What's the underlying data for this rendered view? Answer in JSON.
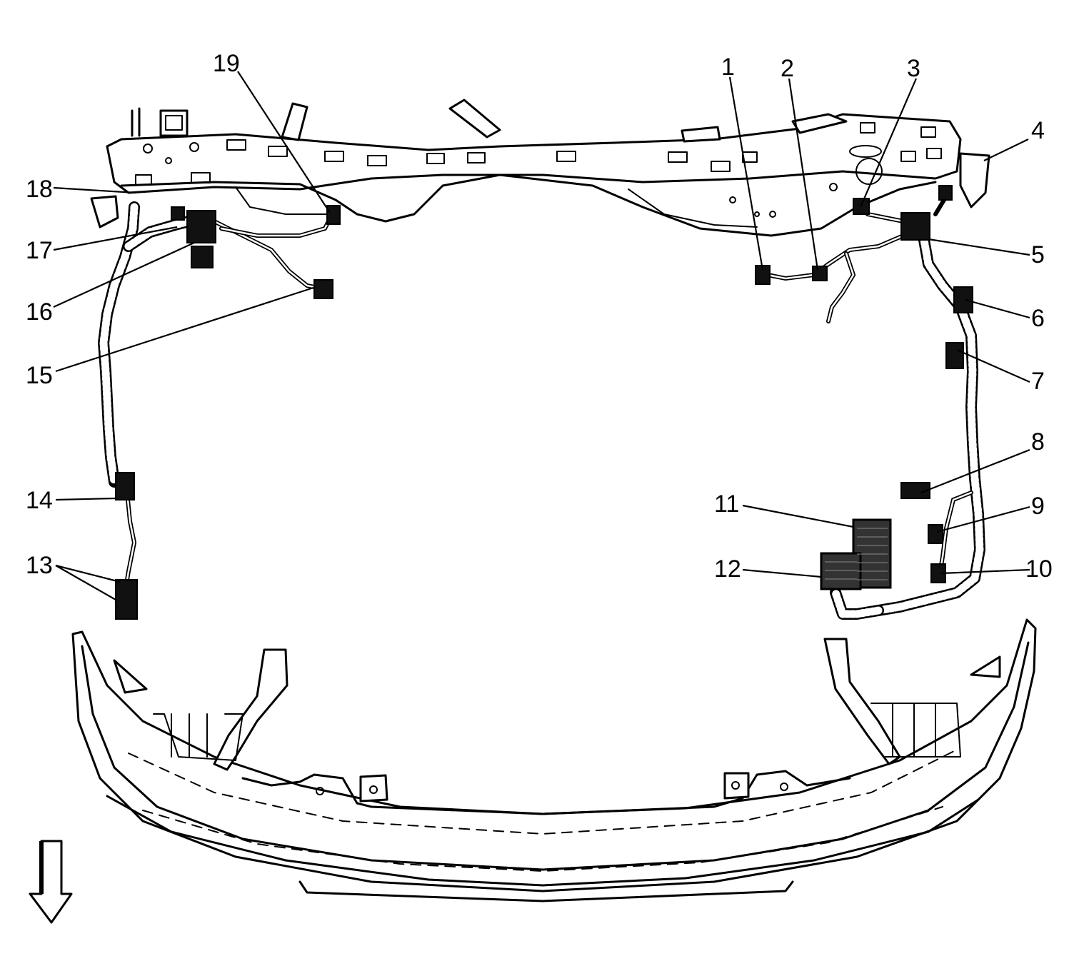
{
  "diagram": {
    "callouts": [
      {
        "id": "1",
        "label": "1"
      },
      {
        "id": "2",
        "label": "2"
      },
      {
        "id": "3",
        "label": "3"
      },
      {
        "id": "4",
        "label": "4"
      },
      {
        "id": "5",
        "label": "5"
      },
      {
        "id": "6",
        "label": "6"
      },
      {
        "id": "7",
        "label": "7"
      },
      {
        "id": "8",
        "label": "8"
      },
      {
        "id": "9",
        "label": "9"
      },
      {
        "id": "10",
        "label": "10"
      },
      {
        "id": "11",
        "label": "11"
      },
      {
        "id": "12",
        "label": "12"
      },
      {
        "id": "13",
        "label": "13"
      },
      {
        "id": "14",
        "label": "14"
      },
      {
        "id": "15",
        "label": "15"
      },
      {
        "id": "16",
        "label": "16"
      },
      {
        "id": "17",
        "label": "17"
      },
      {
        "id": "18",
        "label": "18"
      },
      {
        "id": "19",
        "label": "19"
      }
    ],
    "orientation_arrow_icon": "down-arrow-icon"
  }
}
